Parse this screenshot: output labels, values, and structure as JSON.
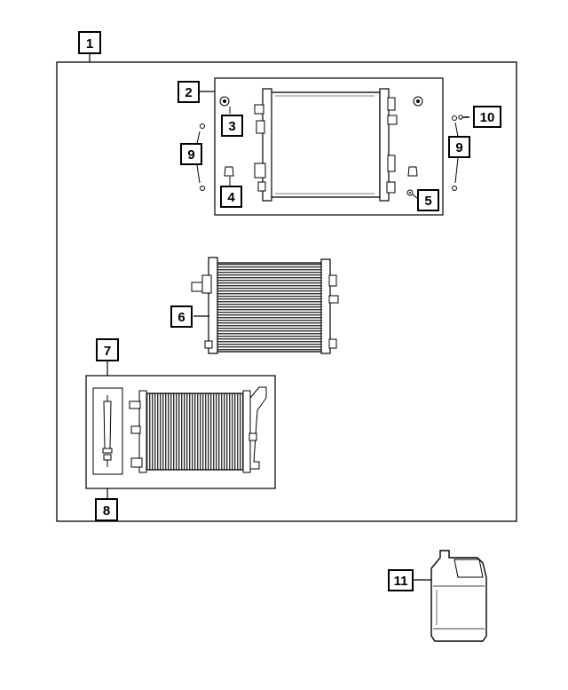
{
  "callouts": {
    "c1": "1",
    "c2": "2",
    "c3": "3",
    "c4": "4",
    "c5": "5",
    "c6": "6",
    "c7": "7",
    "c8": "8",
    "c9a": "9",
    "c9b": "9",
    "c10": "10",
    "c11": "11"
  },
  "colors": {
    "line": "#000000",
    "background": "#ffffff"
  }
}
